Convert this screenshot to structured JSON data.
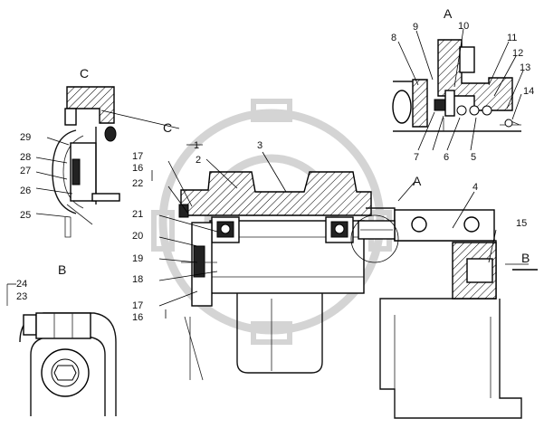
{
  "view_labels": {
    "detail_a": "A",
    "view_a_arrow": "A",
    "detail_c": "C",
    "view_c_arrow": "C",
    "detail_b": "B",
    "view_b_arrow": "B"
  },
  "callouts": [
    {
      "id": "c1",
      "text": "1"
    },
    {
      "id": "c2",
      "text": "2"
    },
    {
      "id": "c3",
      "text": "3"
    },
    {
      "id": "c4",
      "text": "4"
    },
    {
      "id": "c5",
      "text": "5"
    },
    {
      "id": "c6",
      "text": "6"
    },
    {
      "id": "c7",
      "text": "7"
    },
    {
      "id": "c8",
      "text": "8"
    },
    {
      "id": "c9",
      "text": "9"
    },
    {
      "id": "c10",
      "text": "10"
    },
    {
      "id": "c11",
      "text": "11"
    },
    {
      "id": "c12",
      "text": "12"
    },
    {
      "id": "c13",
      "text": "13"
    },
    {
      "id": "c14",
      "text": "14"
    },
    {
      "id": "c15",
      "text": "15"
    },
    {
      "id": "c16a",
      "text": "16"
    },
    {
      "id": "c17a",
      "text": "17"
    },
    {
      "id": "c16b",
      "text": "16"
    },
    {
      "id": "c17b",
      "text": "17"
    },
    {
      "id": "c18",
      "text": "18"
    },
    {
      "id": "c19",
      "text": "19"
    },
    {
      "id": "c20",
      "text": "20"
    },
    {
      "id": "c21",
      "text": "21"
    },
    {
      "id": "c22",
      "text": "22"
    },
    {
      "id": "c23",
      "text": "23"
    },
    {
      "id": "c24",
      "text": "24"
    },
    {
      "id": "c25",
      "text": "25"
    },
    {
      "id": "c26",
      "text": "26"
    },
    {
      "id": "c27",
      "text": "27"
    },
    {
      "id": "c28",
      "text": "28"
    },
    {
      "id": "c29",
      "text": "29"
    }
  ]
}
